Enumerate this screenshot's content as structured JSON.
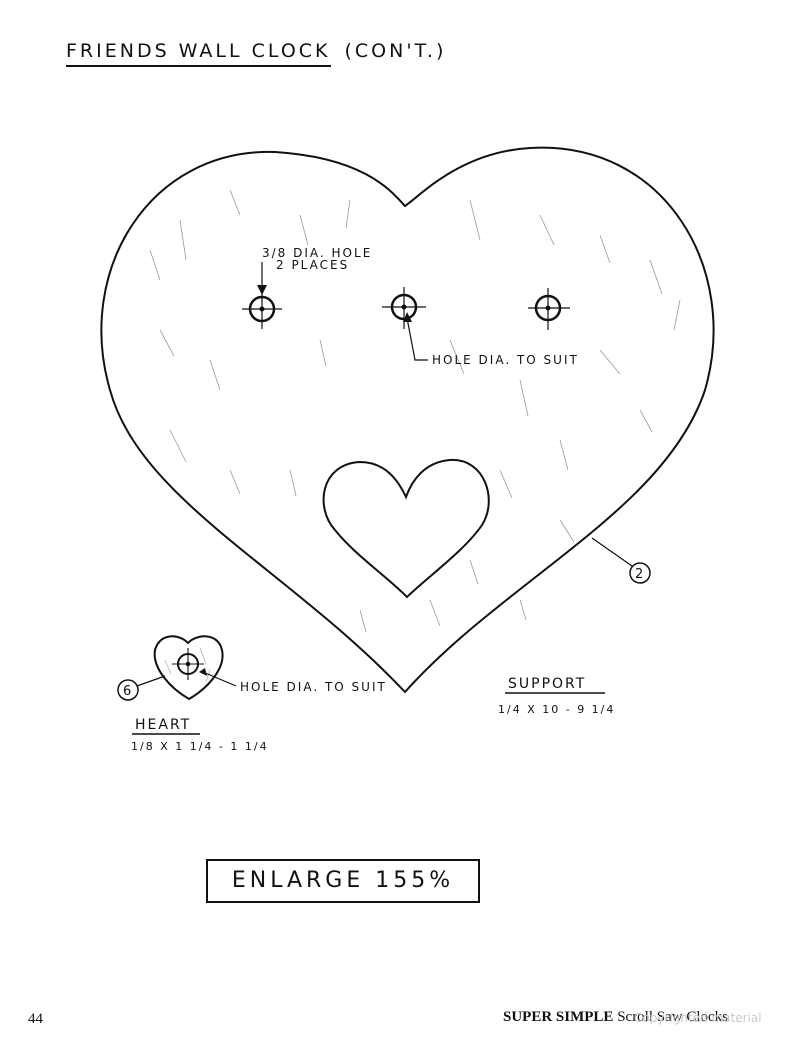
{
  "page": {
    "title": "FRIENDS WALL CLOCK",
    "title_cont": "(CON'T.)",
    "page_number": "44",
    "footer_title_bold": "SUPER SIMPLE",
    "footer_title_rest": "Scroll Saw Clocks",
    "watermark": "Copyrighted material"
  },
  "diagram": {
    "hole_label_line1": "3/8 DIA. HOLE",
    "hole_label_line2": "2 PLACES",
    "hole_suit_label_center": "HOLE DIA. TO SUIT",
    "part_2_number": "2",
    "part_6_number": "6",
    "hole_suit_label_small": "HOLE DIA. TO SUIT",
    "support_label": "SUPPORT",
    "support_dims": "1/4 X 10 - 9 1/4",
    "heart_label": "HEART",
    "heart_dims": "1/8 X 1 1/4 - 1 1/4",
    "enlarge_label": "ENLARGE 155%"
  }
}
